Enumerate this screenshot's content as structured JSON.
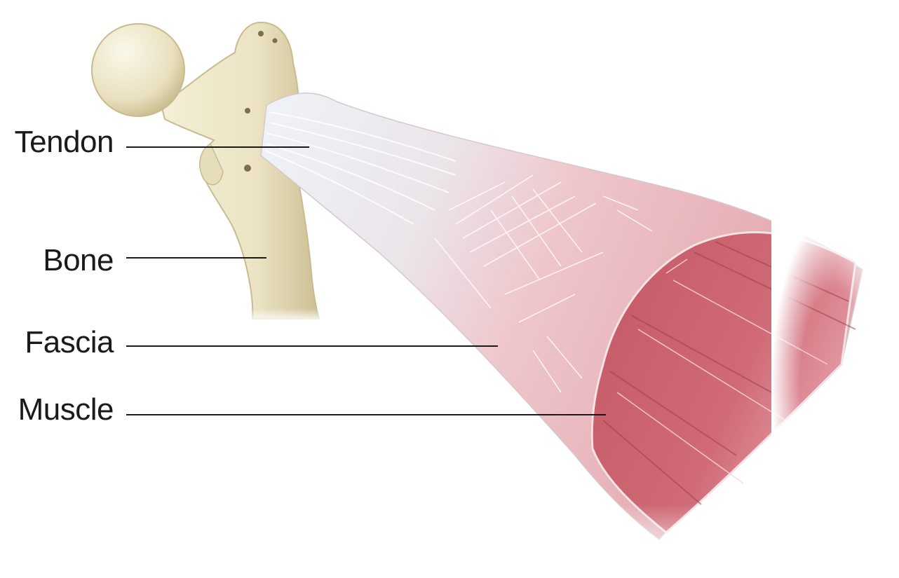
{
  "labels": {
    "tendon": "Tendon",
    "bone": "Bone",
    "fascia": "Fascia",
    "muscle": "Muscle"
  },
  "colors": {
    "bone": "#ede6c8",
    "bone_shadow": "#cfc39a",
    "tendon": "#e9edf2",
    "fascia": "#eec9cc",
    "muscle": "#cc6470",
    "muscle_dark": "#a8414f",
    "leader_line": "#1a1a1a"
  }
}
